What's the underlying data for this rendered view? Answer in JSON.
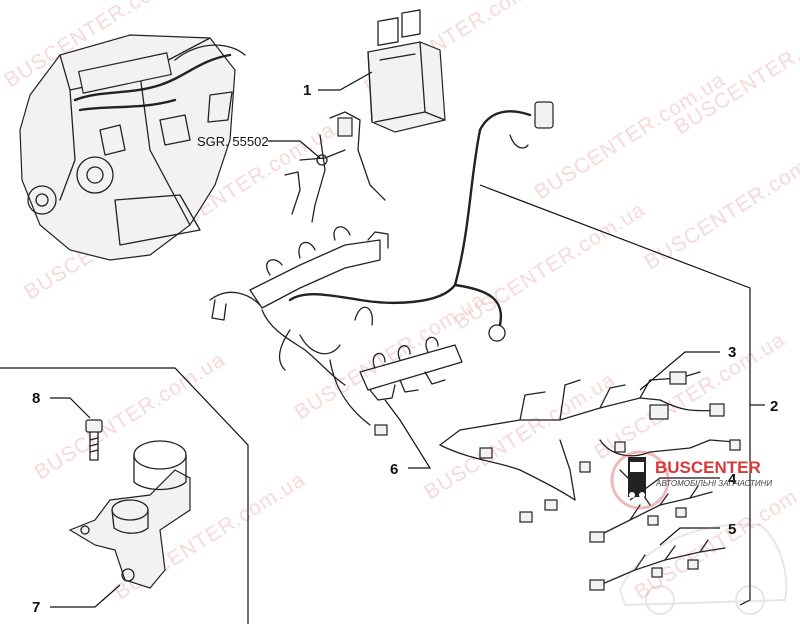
{
  "callouts": [
    {
      "id": "1",
      "label": "1"
    },
    {
      "id": "2",
      "label": "2"
    },
    {
      "id": "3",
      "label": "3"
    },
    {
      "id": "4",
      "label": "4"
    },
    {
      "id": "5",
      "label": "5"
    },
    {
      "id": "6",
      "label": "6"
    },
    {
      "id": "7",
      "label": "7"
    },
    {
      "id": "8",
      "label": "8"
    }
  ],
  "reference_label": "SGR. 55502",
  "watermark_text": "BUSCENTER.com.ua",
  "logo": {
    "title": "BUSCENTER",
    "subtitle": "АВТОМОБІЛЬНІ ЗАПЧАСТИНИ"
  },
  "colors": {
    "watermark": "#f3b9b9",
    "logo_red": "#d83a3a",
    "line": "#111111"
  }
}
